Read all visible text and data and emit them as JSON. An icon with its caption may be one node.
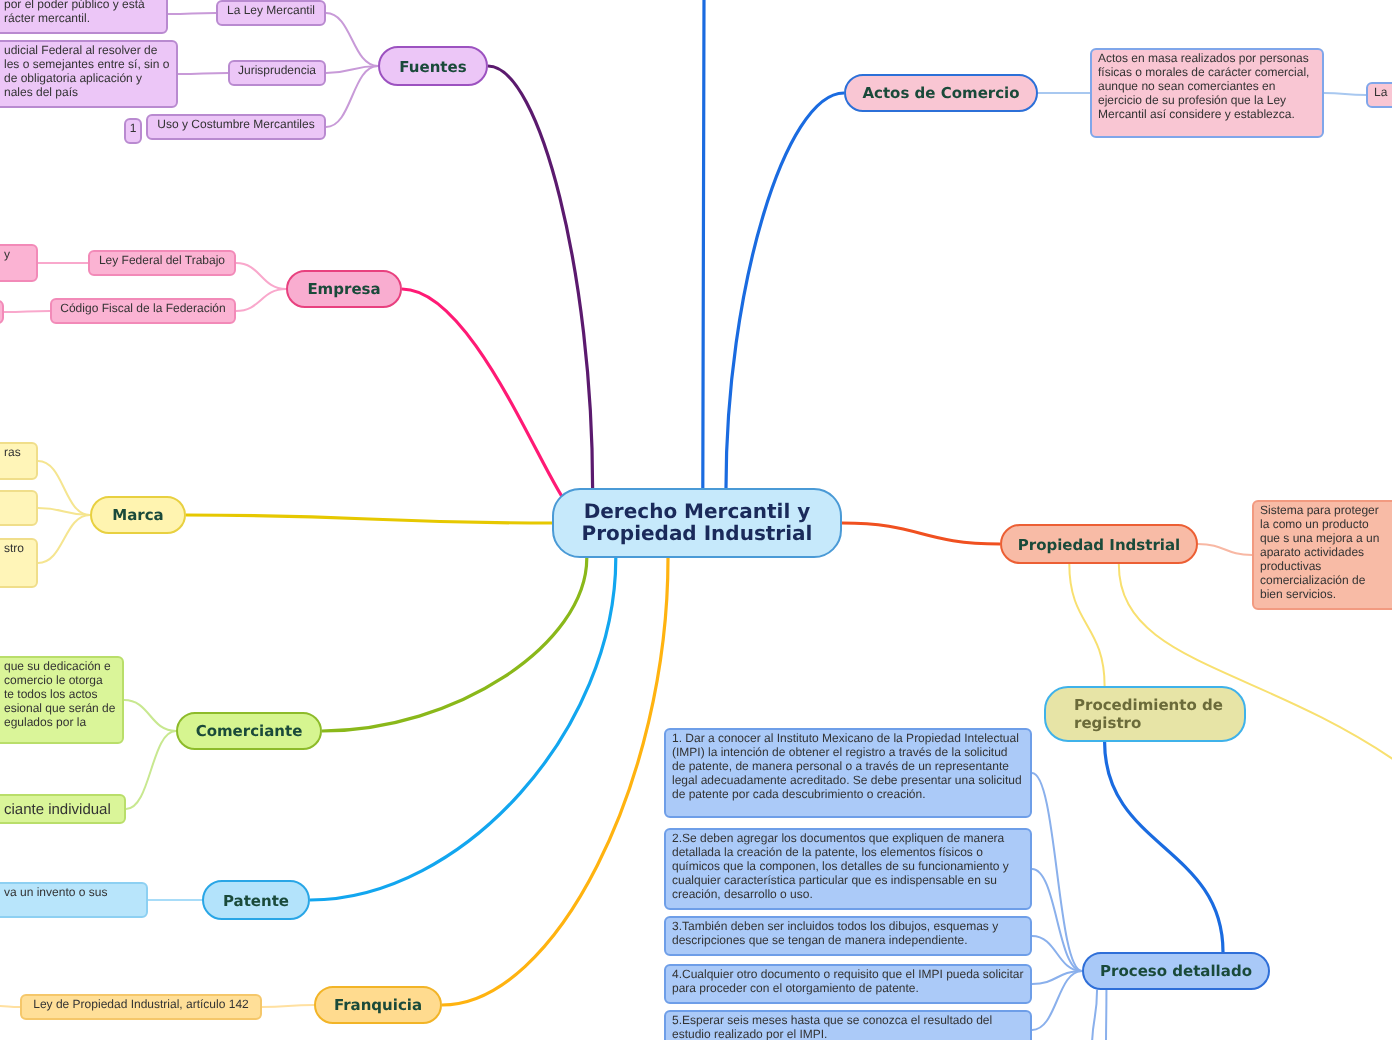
{
  "diagram": {
    "nodes": [
      {
        "text": [
          "Derecho Mercantil y Propiedad Industrial"
        ]
      },
      {
        "text": [
          "Fuentes"
        ]
      },
      {
        "text": [
          "La Ley Mercantil"
        ]
      },
      {
        "text": [
          "por el poder público y está rácter mercantil."
        ]
      },
      {
        "text": [
          "Jurisprudencia"
        ]
      },
      {
        "text": [
          "udicial Federal al resolver de les o semejantes entre sí, sin o de obligatoria aplicación y nales del país"
        ]
      },
      {
        "text": [
          "Uso y Costumbre Mercantiles"
        ]
      },
      {
        "text": [
          "1"
        ]
      },
      {
        "text": [
          "Empresa"
        ]
      },
      {
        "text": [
          "Ley Federal del Trabajo"
        ]
      },
      {
        "text": [
          "y"
        ]
      },
      {
        "text": [
          "Código Fiscal de la Federación"
        ]
      },
      {
        "text": [],
        "shape": "box"
      },
      {
        "text": [
          "Marca"
        ]
      },
      {
        "text": [
          "ras"
        ]
      },
      {
        "text": [],
        "shape": "box"
      },
      {
        "text": [
          "stro"
        ]
      },
      {
        "text": [
          "Comerciante"
        ]
      },
      {
        "text": [
          "que su dedicación e comercio le otorga te todos los actos esional que serán de egulados por la"
        ]
      },
      {
        "text": [
          "ciante individual"
        ]
      },
      {
        "text": [
          "Patente"
        ]
      },
      {
        "text": [
          "va un invento o sus"
        ]
      },
      {
        "text": [
          "Franquicia"
        ]
      },
      {
        "text": [
          "Ley de Propiedad Industrial, artículo 142"
        ]
      },
      {
        "text": [
          "Actos de Comercio"
        ]
      },
      {
        "text": [
          "Actos en masa realizados por personas físicas o morales de carácter comercial, aunque no sean comerciantes en ejercicio de su profesión que la Ley Mercantil así considere y establezca."
        ]
      },
      {
        "text": [
          "La"
        ]
      },
      {
        "text": [
          "Propiedad Indstrial"
        ]
      },
      {
        "text": [
          "Sistema para proteger la como un producto que s una mejora a un aparato actividades productivas comercialización de bien servicios."
        ]
      },
      {
        "text": [
          "Procedimiento de registro"
        ]
      },
      {
        "text": [
          "Proceso detallado"
        ]
      },
      {
        "text": [
          "1. Dar a conocer al Instituto Mexicano de la Propiedad Intelectual (IMPI) la intención de obtener el registro a través de la solicitud de patente, de manera personal o a través de un representante legal adecuadamente acreditado. Se debe presentar una solicitud de patente por cada descubrimiento o creación."
        ]
      },
      {
        "text": [
          "2.Se deben agregar los documentos que expliquen de manera detallada la creación de la patente, los elementos físicos o químicos que la componen, los detalles de su funcionamiento y cualquier característica particular que es indispensable en su creación, desarrollo o uso."
        ]
      },
      {
        "text": [
          "3.También deben ser incluidos todos los dibujos, esquemas y descripciones que se tengan de manera independiente."
        ]
      },
      {
        "text": [
          "4.Cualquier otro documento o requisito que el IMPI pueda solicitar para proceder con el otorgamiento de patente."
        ]
      },
      {
        "text": [
          "5.Esperar seis meses hasta que se conozca el resultado del estudio realizado por el IMPI."
        ]
      }
    ],
    "edges": [
      {
        "from": 0,
        "to": 1,
        "arrow": "none",
        "color": "#5b1a6e"
      },
      {
        "from": 1,
        "to": 2,
        "arrow": "none",
        "color": "#c89ad8"
      },
      {
        "from": 2,
        "to": 3,
        "arrow": "none",
        "color": "#c89ad8"
      },
      {
        "from": 1,
        "to": 4,
        "arrow": "none",
        "color": "#c89ad8"
      },
      {
        "from": 4,
        "to": 5,
        "arrow": "none",
        "color": "#c89ad8"
      },
      {
        "from": 1,
        "to": 6,
        "arrow": "none",
        "color": "#c89ad8"
      },
      {
        "from": 0,
        "to": 8,
        "arrow": "none",
        "color": "#ff1a75"
      },
      {
        "from": 8,
        "to": 9,
        "arrow": "none",
        "color": "#f9a8cc"
      },
      {
        "from": 9,
        "to": 10,
        "arrow": "none",
        "color": "#f9a8cc"
      },
      {
        "from": 8,
        "to": 11,
        "arrow": "none",
        "color": "#f9a8cc"
      },
      {
        "from": 11,
        "to": 12,
        "arrow": "none",
        "color": "#f9a8cc"
      },
      {
        "from": 0,
        "to": 13,
        "arrow": "none",
        "color": "#e6c800"
      },
      {
        "from": 13,
        "to": 14,
        "arrow": "none",
        "color": "#f5e590"
      },
      {
        "from": 13,
        "to": 15,
        "arrow": "none",
        "color": "#f5e590"
      },
      {
        "from": 13,
        "to": 16,
        "arrow": "none",
        "color": "#f5e590"
      },
      {
        "from": 0,
        "to": 17,
        "arrow": "none",
        "color": "#8ab81a"
      },
      {
        "from": 17,
        "to": 18,
        "arrow": "none",
        "color": "#c8e890"
      },
      {
        "from": 17,
        "to": 19,
        "arrow": "none",
        "color": "#c8e890"
      },
      {
        "from": 0,
        "to": 20,
        "arrow": "none",
        "color": "#12a6ef"
      },
      {
        "from": 20,
        "to": 21,
        "arrow": "none",
        "color": "#a8dcf8"
      },
      {
        "from": 0,
        "to": 22,
        "arrow": "none",
        "color": "#ffb310"
      },
      {
        "from": 22,
        "to": 23,
        "arrow": "none",
        "color": "#ffe0a0"
      },
      {
        "from": 23,
        "to": null,
        "arrow": "none",
        "color": "#ffe0a0"
      },
      {
        "from": 0,
        "to": null,
        "arrow": "none",
        "color": "#1a6be0"
      },
      {
        "from": 0,
        "to": 24,
        "arrow": "none",
        "color": "#1a6be0"
      },
      {
        "from": 24,
        "to": 25,
        "arrow": "none",
        "color": "#a8c8f0"
      },
      {
        "from": 25,
        "to": 26,
        "arrow": "none",
        "color": "#a8c8f0"
      },
      {
        "from": 0,
        "to": 27,
        "arrow": "none",
        "color": "#f05020"
      },
      {
        "from": 27,
        "to": 28,
        "arrow": "none",
        "color": "#f8b8a4"
      },
      {
        "from": 27,
        "to": 29,
        "arrow": "none",
        "color": "#f8e070"
      },
      {
        "from": 27,
        "to": null,
        "arrow": "none",
        "color": "#f8e070"
      },
      {
        "from": 29,
        "to": 30,
        "arrow": "none",
        "color": "#1a6be0"
      },
      {
        "from": 30,
        "to": 31,
        "arrow": "none",
        "color": "#8ab0ec"
      },
      {
        "from": 30,
        "to": 32,
        "arrow": "none",
        "color": "#8ab0ec"
      },
      {
        "from": 30,
        "to": 33,
        "arrow": "none",
        "color": "#8ab0ec"
      },
      {
        "from": 30,
        "to": 34,
        "arrow": "none",
        "color": "#8ab0ec"
      },
      {
        "from": 30,
        "to": 35,
        "arrow": "none",
        "color": "#8ab0ec"
      },
      {
        "from": 30,
        "to": null,
        "arrow": "none",
        "color": "#8ab0ec"
      },
      {
        "from": 30,
        "to": null,
        "arrow": "none",
        "color": "#8ab0ec"
      }
    ]
  }
}
